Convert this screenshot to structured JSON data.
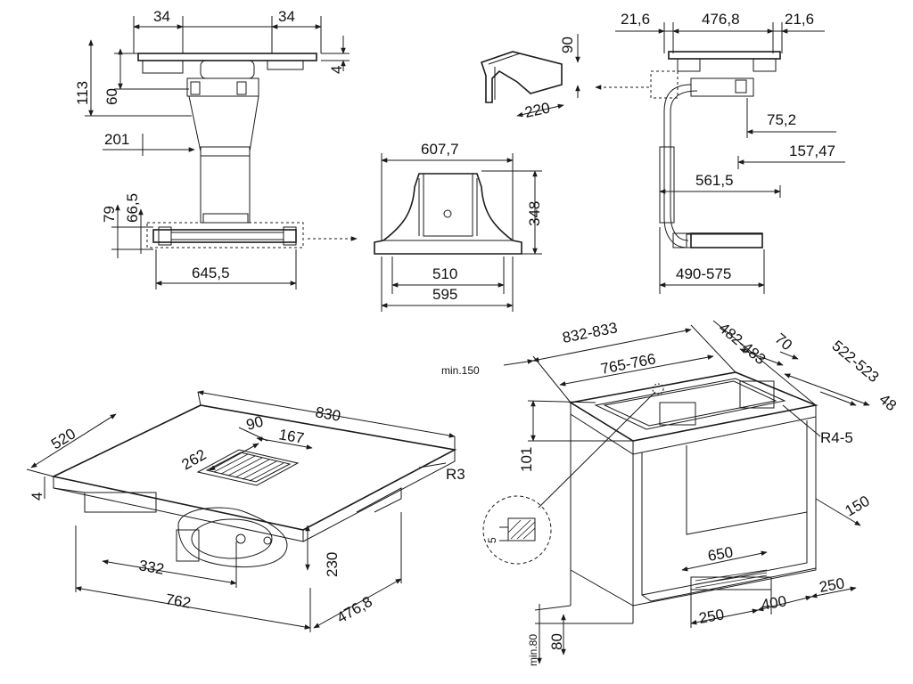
{
  "dimensions": {
    "top_left_34a": "34",
    "top_left_34b": "34",
    "left_113": "113",
    "left_60": "60",
    "left_4": "4",
    "left_201": "201",
    "left_79": "79",
    "left_66_5": "66,5",
    "left_645_5": "645,5",
    "mid_607_7": "607,7",
    "mid_348": "348",
    "mid_510": "510",
    "mid_595": "595",
    "piece_90": "90",
    "piece_220": "220",
    "right_21_6a": "21,6",
    "right_476_8": "476,8",
    "right_21_6b": "21,6",
    "right_75_2": "75,2",
    "right_157_47": "157,47",
    "right_561_5": "561,5",
    "right_490_575": "490-575",
    "iso_830": "830",
    "iso_520": "520",
    "iso_90": "90",
    "iso_167": "167",
    "iso_262": "262",
    "iso_r3": "R3",
    "iso_4": "4",
    "iso_332": "332",
    "iso_230": "230",
    "iso_762": "762",
    "iso_476_8": "476,8",
    "cab_832_833": "832-833",
    "cab_765_766": "765-766",
    "cab_min150": "min.150",
    "cab_482_483": "482-483",
    "cab_70": "70",
    "cab_522_523": "522-523",
    "cab_48": "48",
    "cab_r4_5": "R4-5",
    "cab_101": "101",
    "cab_5": "5",
    "cab_150": "150",
    "cab_650": "650",
    "cab_250a": "250",
    "cab_400": "400",
    "cab_250b": "250",
    "cab_min80": "min.80",
    "cab_80": "80"
  }
}
